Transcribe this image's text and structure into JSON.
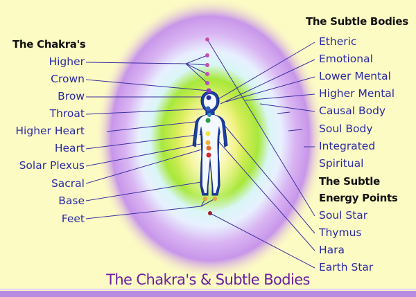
{
  "left_heading": "The Chakra's",
  "chakras": [
    "Higher",
    "Crown",
    "Brow",
    "Throat",
    "Higher Heart",
    "Heart",
    "Solar Plexus",
    "Sacral",
    "Base",
    "Feet"
  ],
  "right_heading": "The Subtle Bodies",
  "subtle_bodies": [
    "Etheric",
    "Emotional",
    "Lower Mental",
    "Higher Mental",
    "Causal Body",
    "Soul Body",
    "Integrated",
    "Spiritual"
  ],
  "energy_heading": [
    "The Subtle",
    "Energy Points"
  ],
  "energy_points": [
    "Soul Star",
    "Thymus",
    "Hara",
    "Earth Star"
  ],
  "title": "The Chakra's & Subtle Bodies",
  "colors": {
    "label_text": "#2a2aa6",
    "line": "#3a2ea0",
    "background": "#fdfbc4",
    "aura_outer": "#c28ae8",
    "aura_green": "#99e23a",
    "aura_core": "#f4f27a",
    "title": "#6b1fa3",
    "figure": "#1f3fa0"
  }
}
